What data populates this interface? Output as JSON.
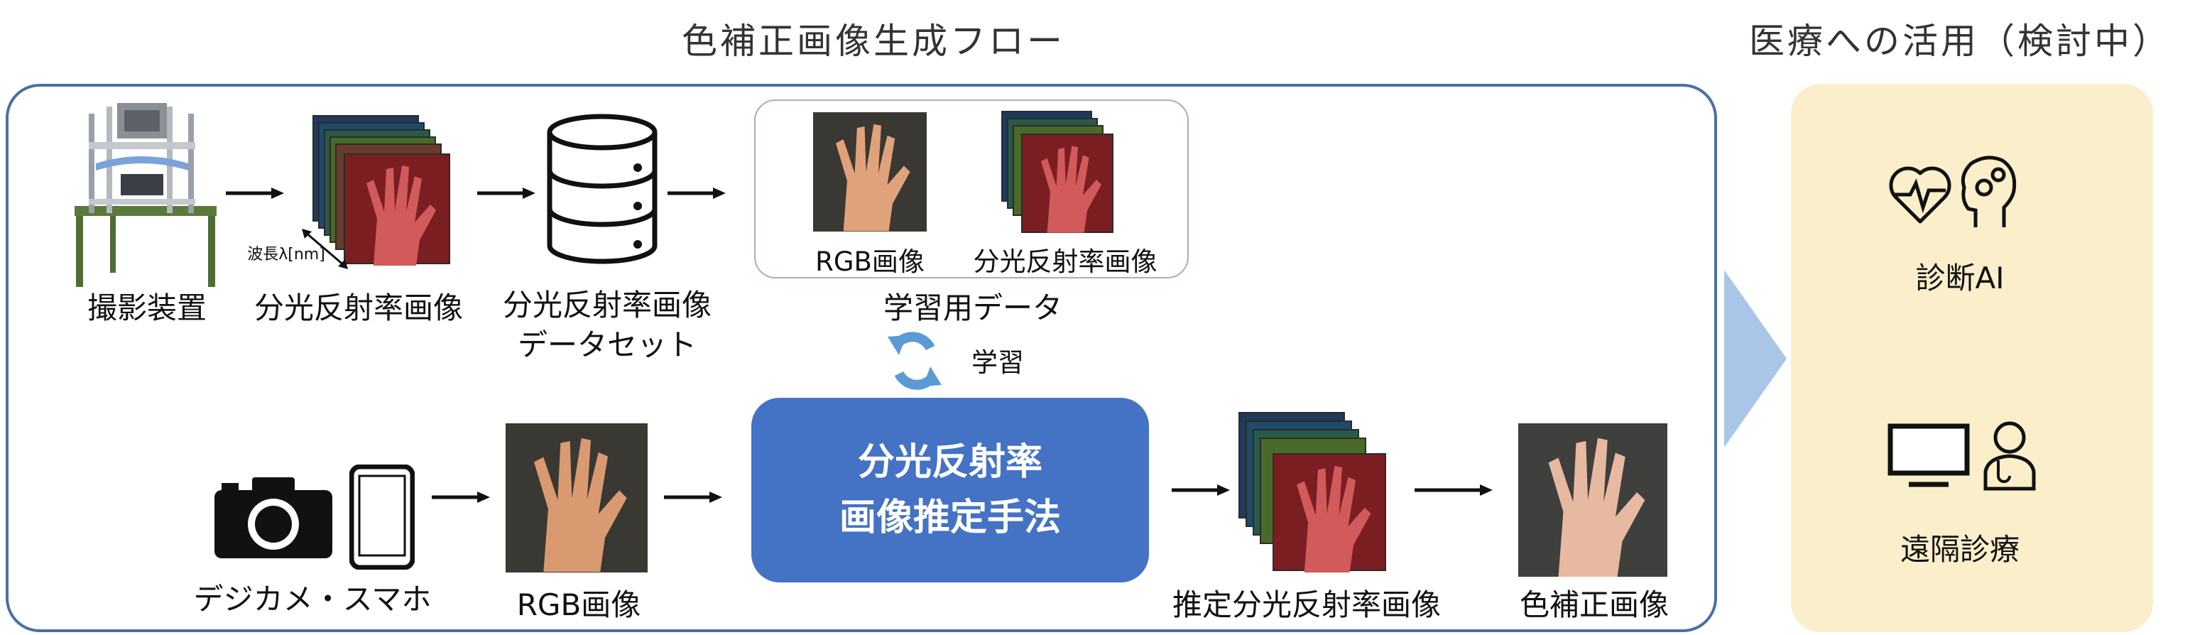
{
  "titles": {
    "main": "色補正画像生成フロー",
    "application": "医療への活用（検討中）"
  },
  "top_row": {
    "device_label": "撮影装置",
    "spectral_label": "分光反射率画像",
    "wavelength_axis": "波長λ[nm]",
    "dataset_line1": "分光反射率画像",
    "dataset_line2": "データセット",
    "training_data": {
      "rgb_label": "RGB画像",
      "spectral_label": "分光反射率画像",
      "caption": "学習用データ"
    },
    "learning_label": "学習"
  },
  "bottom_row": {
    "input_label": "デジカメ・スマホ",
    "rgb_label": "RGB画像",
    "method_line1": "分光反射率",
    "method_line2": "画像推定手法",
    "estimated_label": "推定分光反射率画像",
    "corrected_label": "色補正画像"
  },
  "application": {
    "diagnosis_ai": "診断AI",
    "telemedicine": "遠隔診療"
  },
  "colors": {
    "frame": "#4a6fa5",
    "method_box": "#4472c4",
    "app_panel": "#fbeecb",
    "flow_arrow": "#a9c6e8",
    "cycle_icon": "#5b9bd5"
  }
}
